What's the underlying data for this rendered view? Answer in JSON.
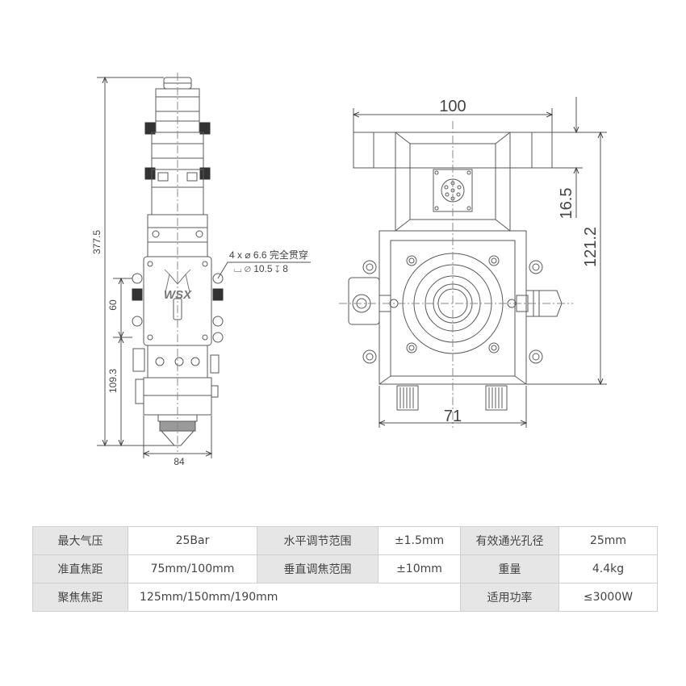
{
  "side_view": {
    "dims": {
      "total_height": "377.5",
      "upper": "60",
      "lower": "109.3",
      "width": "84"
    },
    "note_line1": "4 x ⌀ 6.6 完全贯穿",
    "note_line2": "⌴ ⌀ 10.5 ↧ 8",
    "logo_text": "WSX"
  },
  "top_view": {
    "dims": {
      "width": "100",
      "offset": "16.5",
      "height": "121.2",
      "inner_width": "71"
    }
  },
  "specs": {
    "r1": {
      "k1": "最大气压",
      "v1": "25Bar",
      "k2": "水平调节范围",
      "v2": "±1.5mm",
      "k3": "有效通光孔径",
      "v3": "25mm"
    },
    "r2": {
      "k1": "准直焦距",
      "v1": "75mm/100mm",
      "k2": "垂直调焦范围",
      "v2": "±10mm",
      "k3": "重量",
      "v3": "4.4kg"
    },
    "r3": {
      "k1": "聚焦焦距",
      "v1": "125mm/150mm/190mm",
      "k3": "适用功率",
      "v3": "≤3000W"
    }
  },
  "colors": {
    "line": "#5a5a5a",
    "table_header": "#e6e6e6",
    "table_border": "#cfcfcf"
  }
}
